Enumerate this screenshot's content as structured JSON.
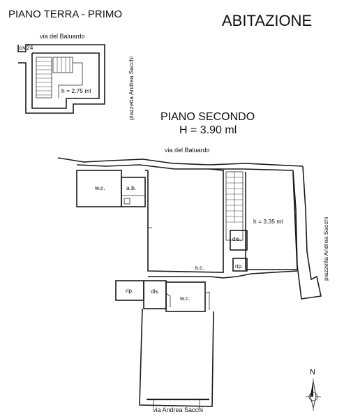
{
  "header": {
    "floors_ground_first": "PIANO TERRA - PRIMO",
    "type": "ABITAZIONE"
  },
  "ground_first": {
    "street_top": "via del Baluardo",
    "civic": "civ.24",
    "height": "h = 2.75 ml",
    "street_side": "piazzetta Andrea Sacchi"
  },
  "second_floor": {
    "title": "PIANO SECONDO",
    "height": "H = 3.90 ml",
    "street_top": "via del Baluardo",
    "street_side": "piazzetta Andrea Sacchi",
    "street_bottom": "via Andrea Sacchi",
    "rooms": {
      "wc_top": "w.c.",
      "ab": "a.b.",
      "dis_right": "dis.",
      "rip_right": "rip.",
      "ac": "a.c.",
      "h_right": "h = 3.35 ml",
      "rip_left": "rip.",
      "dis_left": "dis.",
      "wc_bottom": "w.c."
    }
  },
  "compass": {
    "north": "N"
  }
}
